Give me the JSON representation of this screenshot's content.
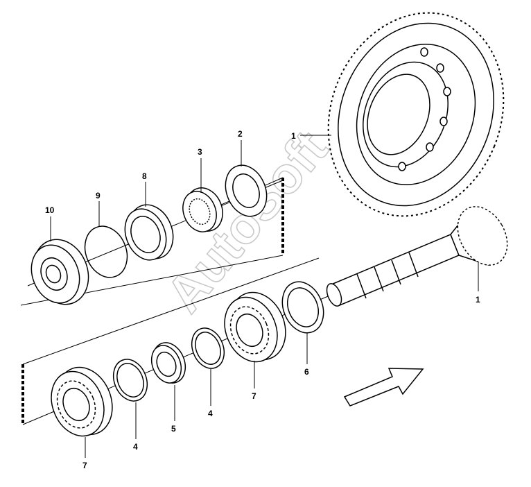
{
  "diagram": {
    "watermark": "AutoSoft",
    "callouts": [
      {
        "id": "c1-gear",
        "text": "1"
      },
      {
        "id": "c1-pinion",
        "text": "1"
      },
      {
        "id": "c2",
        "text": "2"
      },
      {
        "id": "c3",
        "text": "3"
      },
      {
        "id": "c4a",
        "text": "4"
      },
      {
        "id": "c4b",
        "text": "4"
      },
      {
        "id": "c5",
        "text": "5"
      },
      {
        "id": "c6",
        "text": "6"
      },
      {
        "id": "c7a",
        "text": "7"
      },
      {
        "id": "c7b",
        "text": "7"
      },
      {
        "id": "c8",
        "text": "8"
      },
      {
        "id": "c9",
        "text": "9"
      },
      {
        "id": "c10",
        "text": "10"
      }
    ]
  }
}
